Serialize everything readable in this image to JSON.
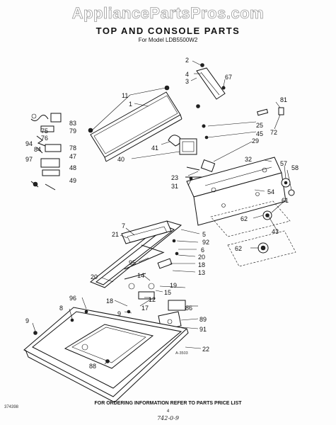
{
  "header": {
    "watermark": "AppliancePartsPros.com",
    "title": "TOP AND CONSOLE PARTS",
    "subtitle": "For Model LDB5500W2"
  },
  "diagram": {
    "reference_code": "A-3503",
    "callouts": [
      "2",
      "4",
      "67",
      "3",
      "11",
      "1",
      "81",
      "25",
      "45",
      "72",
      "83",
      "79",
      "75",
      "76",
      "78",
      "94",
      "84",
      "47",
      "97",
      "48",
      "49",
      "41",
      "40",
      "29",
      "32",
      "57",
      "58",
      "23",
      "31",
      "54",
      "61",
      "62",
      "43",
      "62",
      "7",
      "21",
      "5",
      "92",
      "6",
      "20",
      "95",
      "18",
      "13",
      "14",
      "19",
      "15",
      "20",
      "96",
      "12",
      "17",
      "18",
      "9",
      "8",
      "86",
      "89",
      "91",
      "9",
      "22",
      "88"
    ]
  },
  "footer": {
    "doc_number": "374398",
    "ordering_note": "FOR ORDERING INFORMATION REFER TO PARTS PRICE LIST",
    "page_number": "4",
    "handwritten_note": "742-0-9"
  }
}
